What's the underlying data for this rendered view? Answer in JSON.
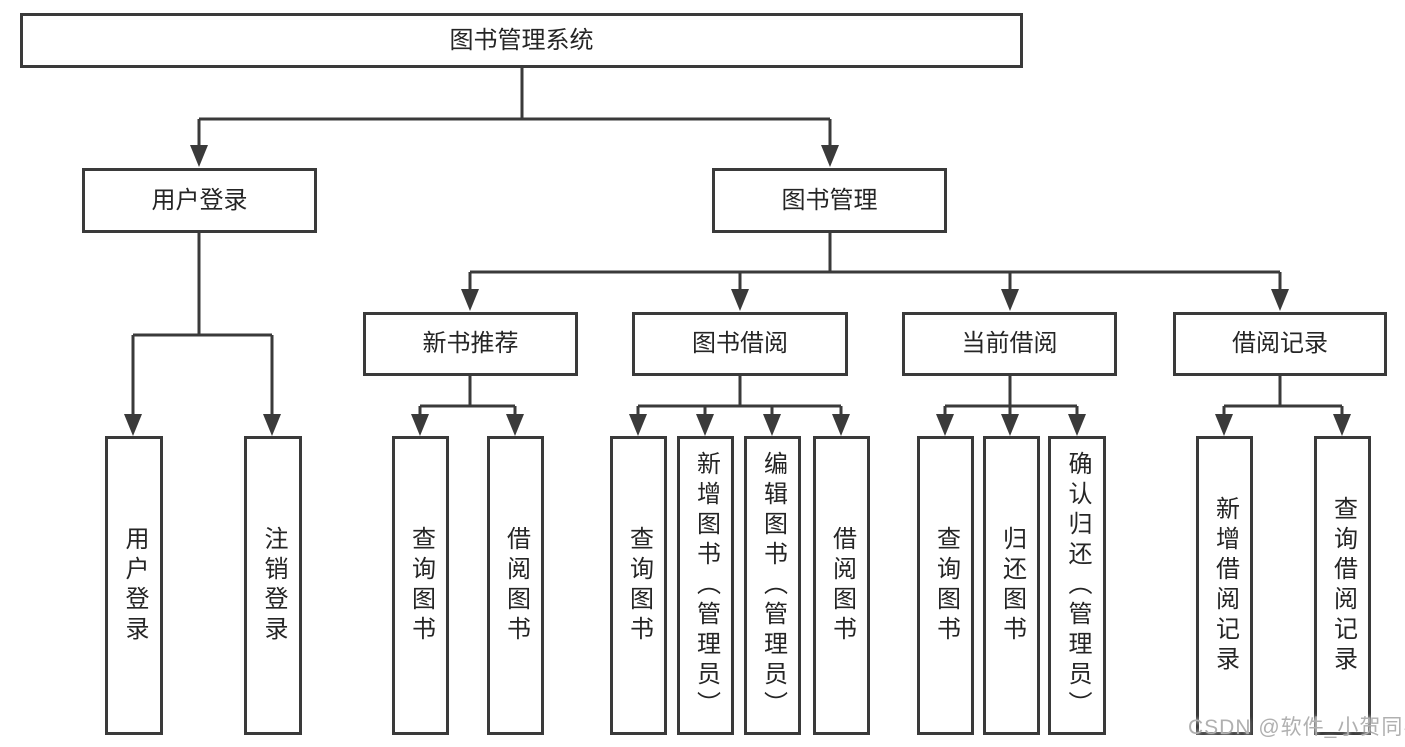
{
  "diagram": {
    "type": "tree",
    "tree": {
      "root": {
        "label": "图书管理系统",
        "children": [
          {
            "label": "用户登录",
            "children": [
              {
                "label": "用户登录"
              },
              {
                "label": "注销登录"
              }
            ]
          },
          {
            "label": "图书管理",
            "children": [
              {
                "label": "新书推荐",
                "children": [
                  {
                    "label": "查询图书"
                  },
                  {
                    "label": "借阅图书"
                  }
                ]
              },
              {
                "label": "图书借阅",
                "children": [
                  {
                    "label": "查询图书"
                  },
                  {
                    "label": "新增图书（管理员）"
                  },
                  {
                    "label": "编辑图书（管理员）"
                  },
                  {
                    "label": "借阅图书"
                  }
                ]
              },
              {
                "label": "当前借阅",
                "children": [
                  {
                    "label": "查询图书"
                  },
                  {
                    "label": "归还图书"
                  },
                  {
                    "label": "确认归还（管理员）"
                  }
                ]
              },
              {
                "label": "借阅记录",
                "children": [
                  {
                    "label": "新增借阅记录"
                  },
                  {
                    "label": "查询借阅记录"
                  }
                ]
              }
            ]
          }
        ]
      }
    }
  },
  "watermark": {
    "text": "CSDN @软件_小贺同学"
  },
  "colors": {
    "line": "#3a3a3a",
    "text": "#252525",
    "background": "#ffffff",
    "watermark": "#b0b0b0"
  }
}
